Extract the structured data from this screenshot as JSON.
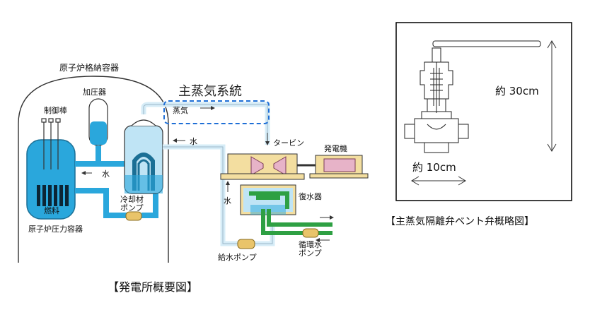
{
  "plant": {
    "containment_label": "原子炉格納容器",
    "pressurizer_label": "加圧器",
    "control_rod_label": "制御棒",
    "fuel_label": "燃料",
    "vessel_label": "原子炉圧力容器",
    "water_label_1": "水",
    "water_label_2": "水",
    "water_label_3": "水",
    "steam_label": "蒸気",
    "main_steam_label": "主蒸気系統",
    "turbine_label": "タービン",
    "generator_label": "発電機",
    "condenser_label": "復水器",
    "coolant_pump_label_1": "冷却材",
    "coolant_pump_label_2": "ポンプ",
    "feedwater_pump_label": "給水ポンプ",
    "circ_pump_label_1": "循環水",
    "circ_pump_label_2": "ポンプ",
    "caption": "【発電所概要図】"
  },
  "valve": {
    "height_label": "約 30cm",
    "width_label": "約 10cm",
    "caption": "【主蒸気隔離弁ベント弁概略図】"
  },
  "colors": {
    "coolant": "#2aa7dc",
    "coolant_light": "#bfe4f5",
    "feedwater": "#d6ecf7",
    "circulation": "#2ea043",
    "highlight": "#1f6fd6",
    "machine": "#f3dea0",
    "pump": "#e9c46a"
  }
}
